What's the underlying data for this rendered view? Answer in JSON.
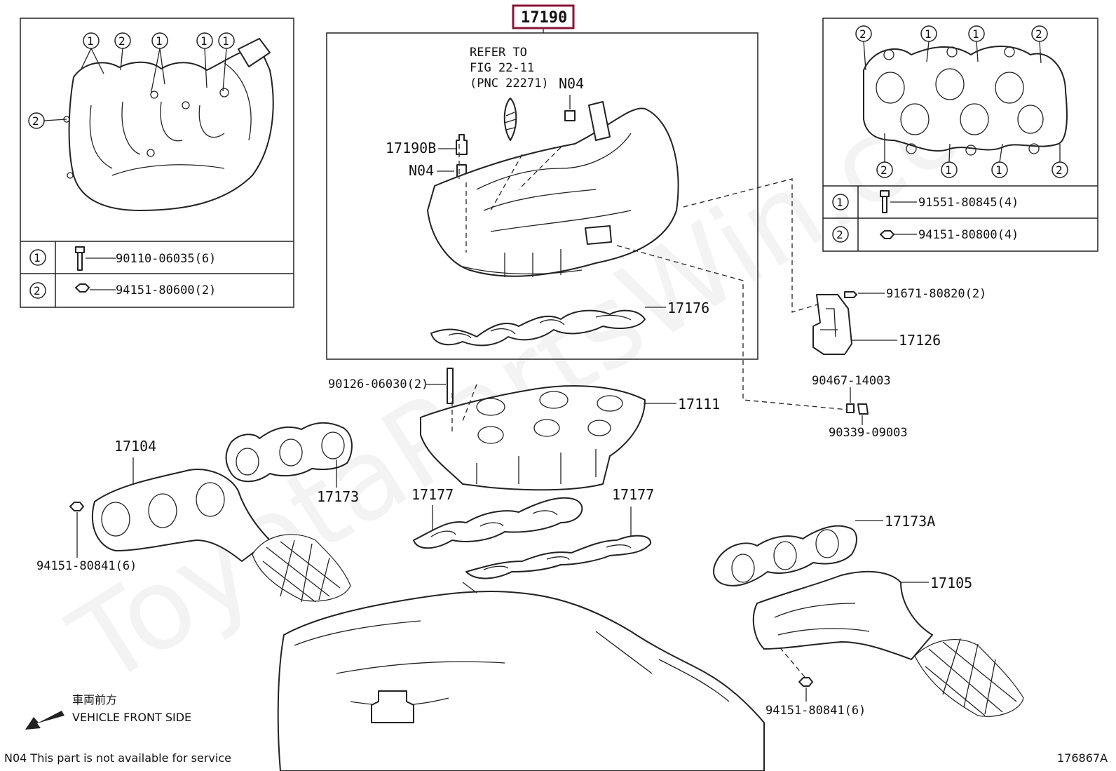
{
  "diagram": {
    "selected_part": "17190",
    "watermark": "ToyotaPartsWin.com",
    "refer_note": [
      "REFER TO",
      "FIG 22-11",
      "(PNC 22271)"
    ],
    "part_labels": {
      "p17190b": "17190B",
      "n04_top": "N04",
      "n04_left": "N04",
      "p17176": "17176",
      "p17126": "17126",
      "p17111": "17111",
      "p17104": "17104",
      "p17173": "17173",
      "p17177_a": "17177",
      "p17177_b": "17177",
      "p17173a": "17173A",
      "p17105": "17105",
      "bolt_90126": "90126-06030(2)",
      "bolt_91671": "91671-80820(2)",
      "part_90467": "90467-14003",
      "part_90339": "90339-09003",
      "nut_94151_left": "94151-80841(6)",
      "nut_94151_right": "94151-80841(6)"
    },
    "left_inset": {
      "legend": [
        {
          "num": "1",
          "part": "90110-06035(6)"
        },
        {
          "num": "2",
          "part": "94151-80600(2)"
        }
      ],
      "callouts": [
        "1",
        "2",
        "1",
        "1",
        "1",
        "2"
      ]
    },
    "right_inset": {
      "legend": [
        {
          "num": "1",
          "part": "91551-80845(4)"
        },
        {
          "num": "2",
          "part": "94151-80800(4)"
        }
      ],
      "callouts_top": [
        "2",
        "1",
        "1",
        "2"
      ],
      "callouts_bottom": [
        "2",
        "1",
        "1",
        "2"
      ]
    },
    "direction": {
      "japanese": "車両前方",
      "english": "VEHICLE FRONT SIDE"
    },
    "footnote": "N04 This part is not available for service",
    "figure_code": "176867A"
  }
}
